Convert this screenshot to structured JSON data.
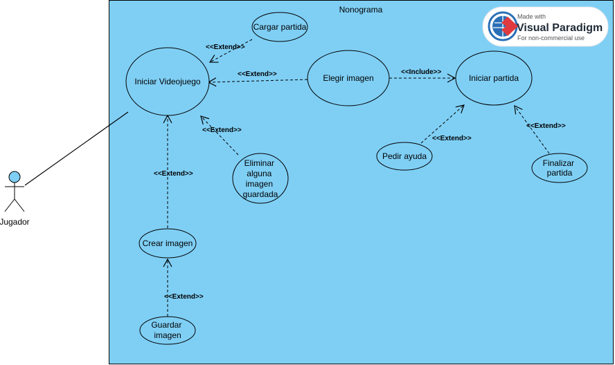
{
  "colors": {
    "system_fill": "#7FCFF5",
    "stroke": "#000000",
    "actor_head": "#7FCFF5",
    "logo_red": "#E03A3E",
    "logo_blue": "#2A6FB6"
  },
  "system": {
    "title": "Nonograma"
  },
  "actor": {
    "name": "Jugador"
  },
  "use_cases": {
    "iniciar_videojuego": [
      "Iniciar Videojuego"
    ],
    "cargar_partida": [
      "Cargar partida"
    ],
    "elegir_imagen": [
      "Elegir imagen"
    ],
    "iniciar_partida": [
      "Iniciar partida"
    ],
    "eliminar_imagen": [
      "Eliminar",
      "alguna",
      "imagen",
      "guardada"
    ],
    "pedir_ayuda": [
      "Pedir ayuda"
    ],
    "finalizar_partida": [
      "Finalizar",
      "partida"
    ],
    "crear_imagen": [
      "Crear imagen"
    ],
    "guardar_imagen": [
      "Guardar",
      "imagen"
    ]
  },
  "relations": {
    "cargar_to_iniciar": "<<Extend>>",
    "elegir_to_iniciar": "<<Extend>>",
    "elegir_to_partida": "<<Include>>",
    "eliminar_to_iniciar": "<<Extend>>",
    "crear_to_iniciar": "<<Extend>>",
    "guardar_to_crear": "<<Extend>>",
    "ayuda_to_partida": "<<Extend>>",
    "finalizar_to_partida": "<<Extend>>"
  },
  "watermark": {
    "made_with": "Made with",
    "brand": "Visual Paradigm",
    "license": "For non-commercial use",
    "logo_icon": "visual-paradigm-logo"
  }
}
